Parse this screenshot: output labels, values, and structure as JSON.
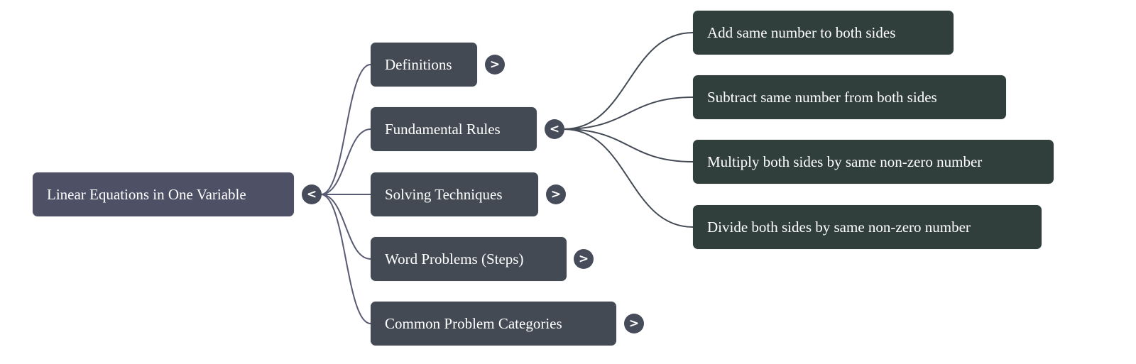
{
  "colors": {
    "root_bg": "#4e5066",
    "level1_bg": "#434a54",
    "level2_bg": "#313f3c",
    "edge_root": "#595b73",
    "edge_level1": "#434a54",
    "toggle_bg": "#474c5b",
    "text": "#ffffff"
  },
  "root": {
    "label": "Linear Equations in One Variable",
    "toggle": "<",
    "expanded": true
  },
  "children": [
    {
      "label": "Definitions",
      "toggle": ">",
      "expanded": false
    },
    {
      "label": "Fundamental Rules",
      "toggle": "<",
      "expanded": true,
      "children": [
        {
          "label": "Add same number to both sides"
        },
        {
          "label": "Subtract same number from both sides"
        },
        {
          "label": "Multiply both sides by same non-zero number"
        },
        {
          "label": "Divide both sides by same non-zero number"
        }
      ]
    },
    {
      "label": "Solving Techniques",
      "toggle": ">",
      "expanded": false
    },
    {
      "label": "Word Problems (Steps)",
      "toggle": ">",
      "expanded": false
    },
    {
      "label": "Common Problem Categories",
      "toggle": ">",
      "expanded": false
    }
  ]
}
